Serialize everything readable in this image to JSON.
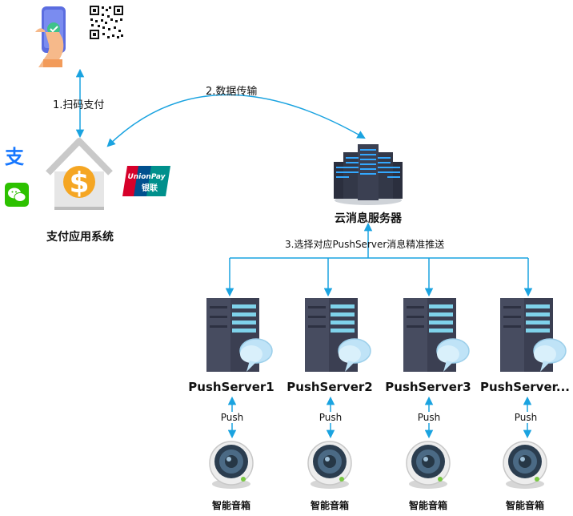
{
  "top": {
    "scan_pay": "1.扫码支付",
    "data_transfer": "2.数据传输"
  },
  "payment_system": {
    "label": "支付应用系统"
  },
  "cloud": {
    "label": "云消息服务器",
    "dispatch_label": "3.选择对应PushServer消息精准推送"
  },
  "servers": [
    {
      "name": "PushServer1",
      "push": "Push",
      "speaker": "智能音箱"
    },
    {
      "name": "PushServer2",
      "push": "Push",
      "speaker": "智能音箱"
    },
    {
      "name": "PushServer3",
      "push": "Push",
      "speaker": "智能音箱"
    },
    {
      "name": "PushServer...",
      "push": "Push",
      "speaker": "智能音箱"
    }
  ],
  "icons": {
    "alipay_glyph": "支",
    "unionpay_text_1": "UnionPay",
    "unionpay_text_2": "银联"
  },
  "colors": {
    "arrow": "#1aa3e0",
    "server_body": "#3b3f52",
    "server_stripe": "#7fd2ea"
  }
}
